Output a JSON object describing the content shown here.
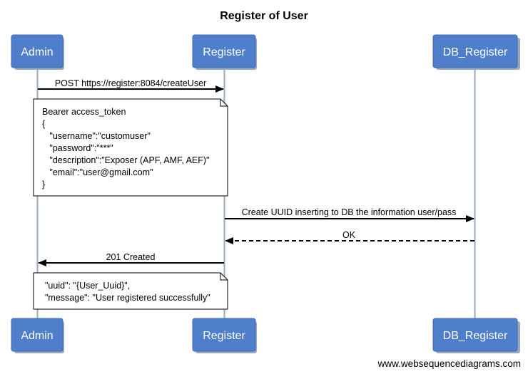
{
  "title": "Register of User",
  "participants": [
    {
      "id": "admin",
      "label": "Admin"
    },
    {
      "id": "register",
      "label": "Register"
    },
    {
      "id": "db",
      "label": "DB_Register"
    }
  ],
  "messages": [
    {
      "id": "m1",
      "label": "POST https://register:8084/createUser",
      "from": "admin",
      "to": "register",
      "style": "solid"
    },
    {
      "id": "m2",
      "label": "Create UUID inserting to DB the information user/pass",
      "from": "register",
      "to": "db",
      "style": "solid"
    },
    {
      "id": "m3",
      "label": "OK",
      "from": "db",
      "to": "register",
      "style": "dashed"
    },
    {
      "id": "m4",
      "label": "201 Created",
      "from": "register",
      "to": "admin",
      "style": "solid"
    }
  ],
  "notes": [
    {
      "id": "n1",
      "lines": [
        "Bearer access_token",
        "{",
        "   \"username\":\"customuser\"",
        "   \"password\":\"***\"",
        "   \"description\":\"Exposer (APF, AMF, AEF)\"",
        "   \"email\":\"user@gmail.com\"",
        "}"
      ]
    },
    {
      "id": "n2",
      "lines": [
        "\"uuid\": \"{User_Uuid}\",",
        "\"message\": \"User registered successfully\""
      ]
    }
  ],
  "footer": "www.websequencediagrams.com",
  "colors": {
    "actor_fill": "#4f7fcb",
    "actor_shadow": "#9aa9bf",
    "lifeline": "#9aa9bf",
    "note_fill": "#ffffff",
    "arrow": "#000000"
  }
}
